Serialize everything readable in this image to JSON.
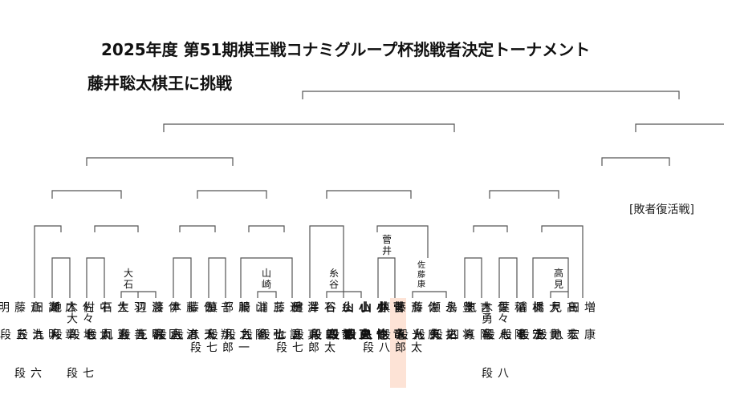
{
  "title": "2025年度 第51期棋王戦コナミグループ杯挑戦者決定トーナメント",
  "subtitle": "藤井聡太棋王に挑戦",
  "repechage_label": "[敗者復活戦]",
  "highlight_color": "#fde3d6",
  "players": [
    {
      "name": "斎藤明日斗",
      "rank": "六段"
    },
    {
      "name": "高田",
      "rank": "明浩五段"
    },
    {
      "name": "広瀬",
      "rank": "章人九段"
    },
    {
      "name": "佐々木大地",
      "rank": "七段"
    },
    {
      "name": "中村",
      "rank": "太地八段"
    },
    {
      "name": "大石",
      "rank": "直嗣七段"
    },
    {
      "name": "羽生",
      "rank": "善治九段"
    },
    {
      "name": "渡辺",
      "rank": "明九段"
    },
    {
      "name": "伊藤",
      "rank": "匠叡王"
    },
    {
      "name": "藤本",
      "rank": "渚六段"
    },
    {
      "name": "佐藤",
      "rank": "天彦九段"
    },
    {
      "name": "千田",
      "rank": "翔太八段"
    },
    {
      "name": "服部慎",
      "rank": "一郎七段"
    },
    {
      "name": "山崎",
      "rank": "隆之九段"
    },
    {
      "name": "三浦",
      "rank": "弘行九段"
    },
    {
      "name": "近藤",
      "rank": "誠也八段"
    },
    {
      "name": "澤田",
      "rank": "真吾七段"
    },
    {
      "name": "石井健",
      "rank": "太郎七段"
    },
    {
      "name": "糸谷",
      "rank": "哲郎八段"
    },
    {
      "name": "小山",
      "rank": "直希四段"
    },
    {
      "name": "小山",
      "rank": "怜央四段"
    },
    {
      "name": "菅井",
      "rank": "竜也八段"
    },
    {
      "name": "斎藤慎",
      "rank": "太郎八段"
    },
    {
      "name": "佐藤",
      "rank": "康光九段"
    },
    {
      "name": "永瀬",
      "rank": "拓矢九段"
    },
    {
      "name": "豊島",
      "rank": "将之九段"
    },
    {
      "name": "吉池",
      "rank": "隆真四段"
    },
    {
      "name": "佐々木勇気",
      "rank": "八段"
    },
    {
      "name": "稲葉",
      "rank": "陽八段"
    },
    {
      "name": "梶浦",
      "rank": "宏孝七段"
    },
    {
      "name": "大橋",
      "rank": "貴洸七段"
    },
    {
      "name": "高見",
      "rank": "泰地七段"
    },
    {
      "name": "増田",
      "rank": "康宏八段"
    }
  ],
  "winners": {
    "oishi": "大\n石",
    "yamazaki": "山\n崎",
    "itodani": "糸\n谷",
    "sugai": "菅\n井",
    "sato_yasumitsu": "佐\n藤\n康",
    "takami": "高\n見"
  }
}
